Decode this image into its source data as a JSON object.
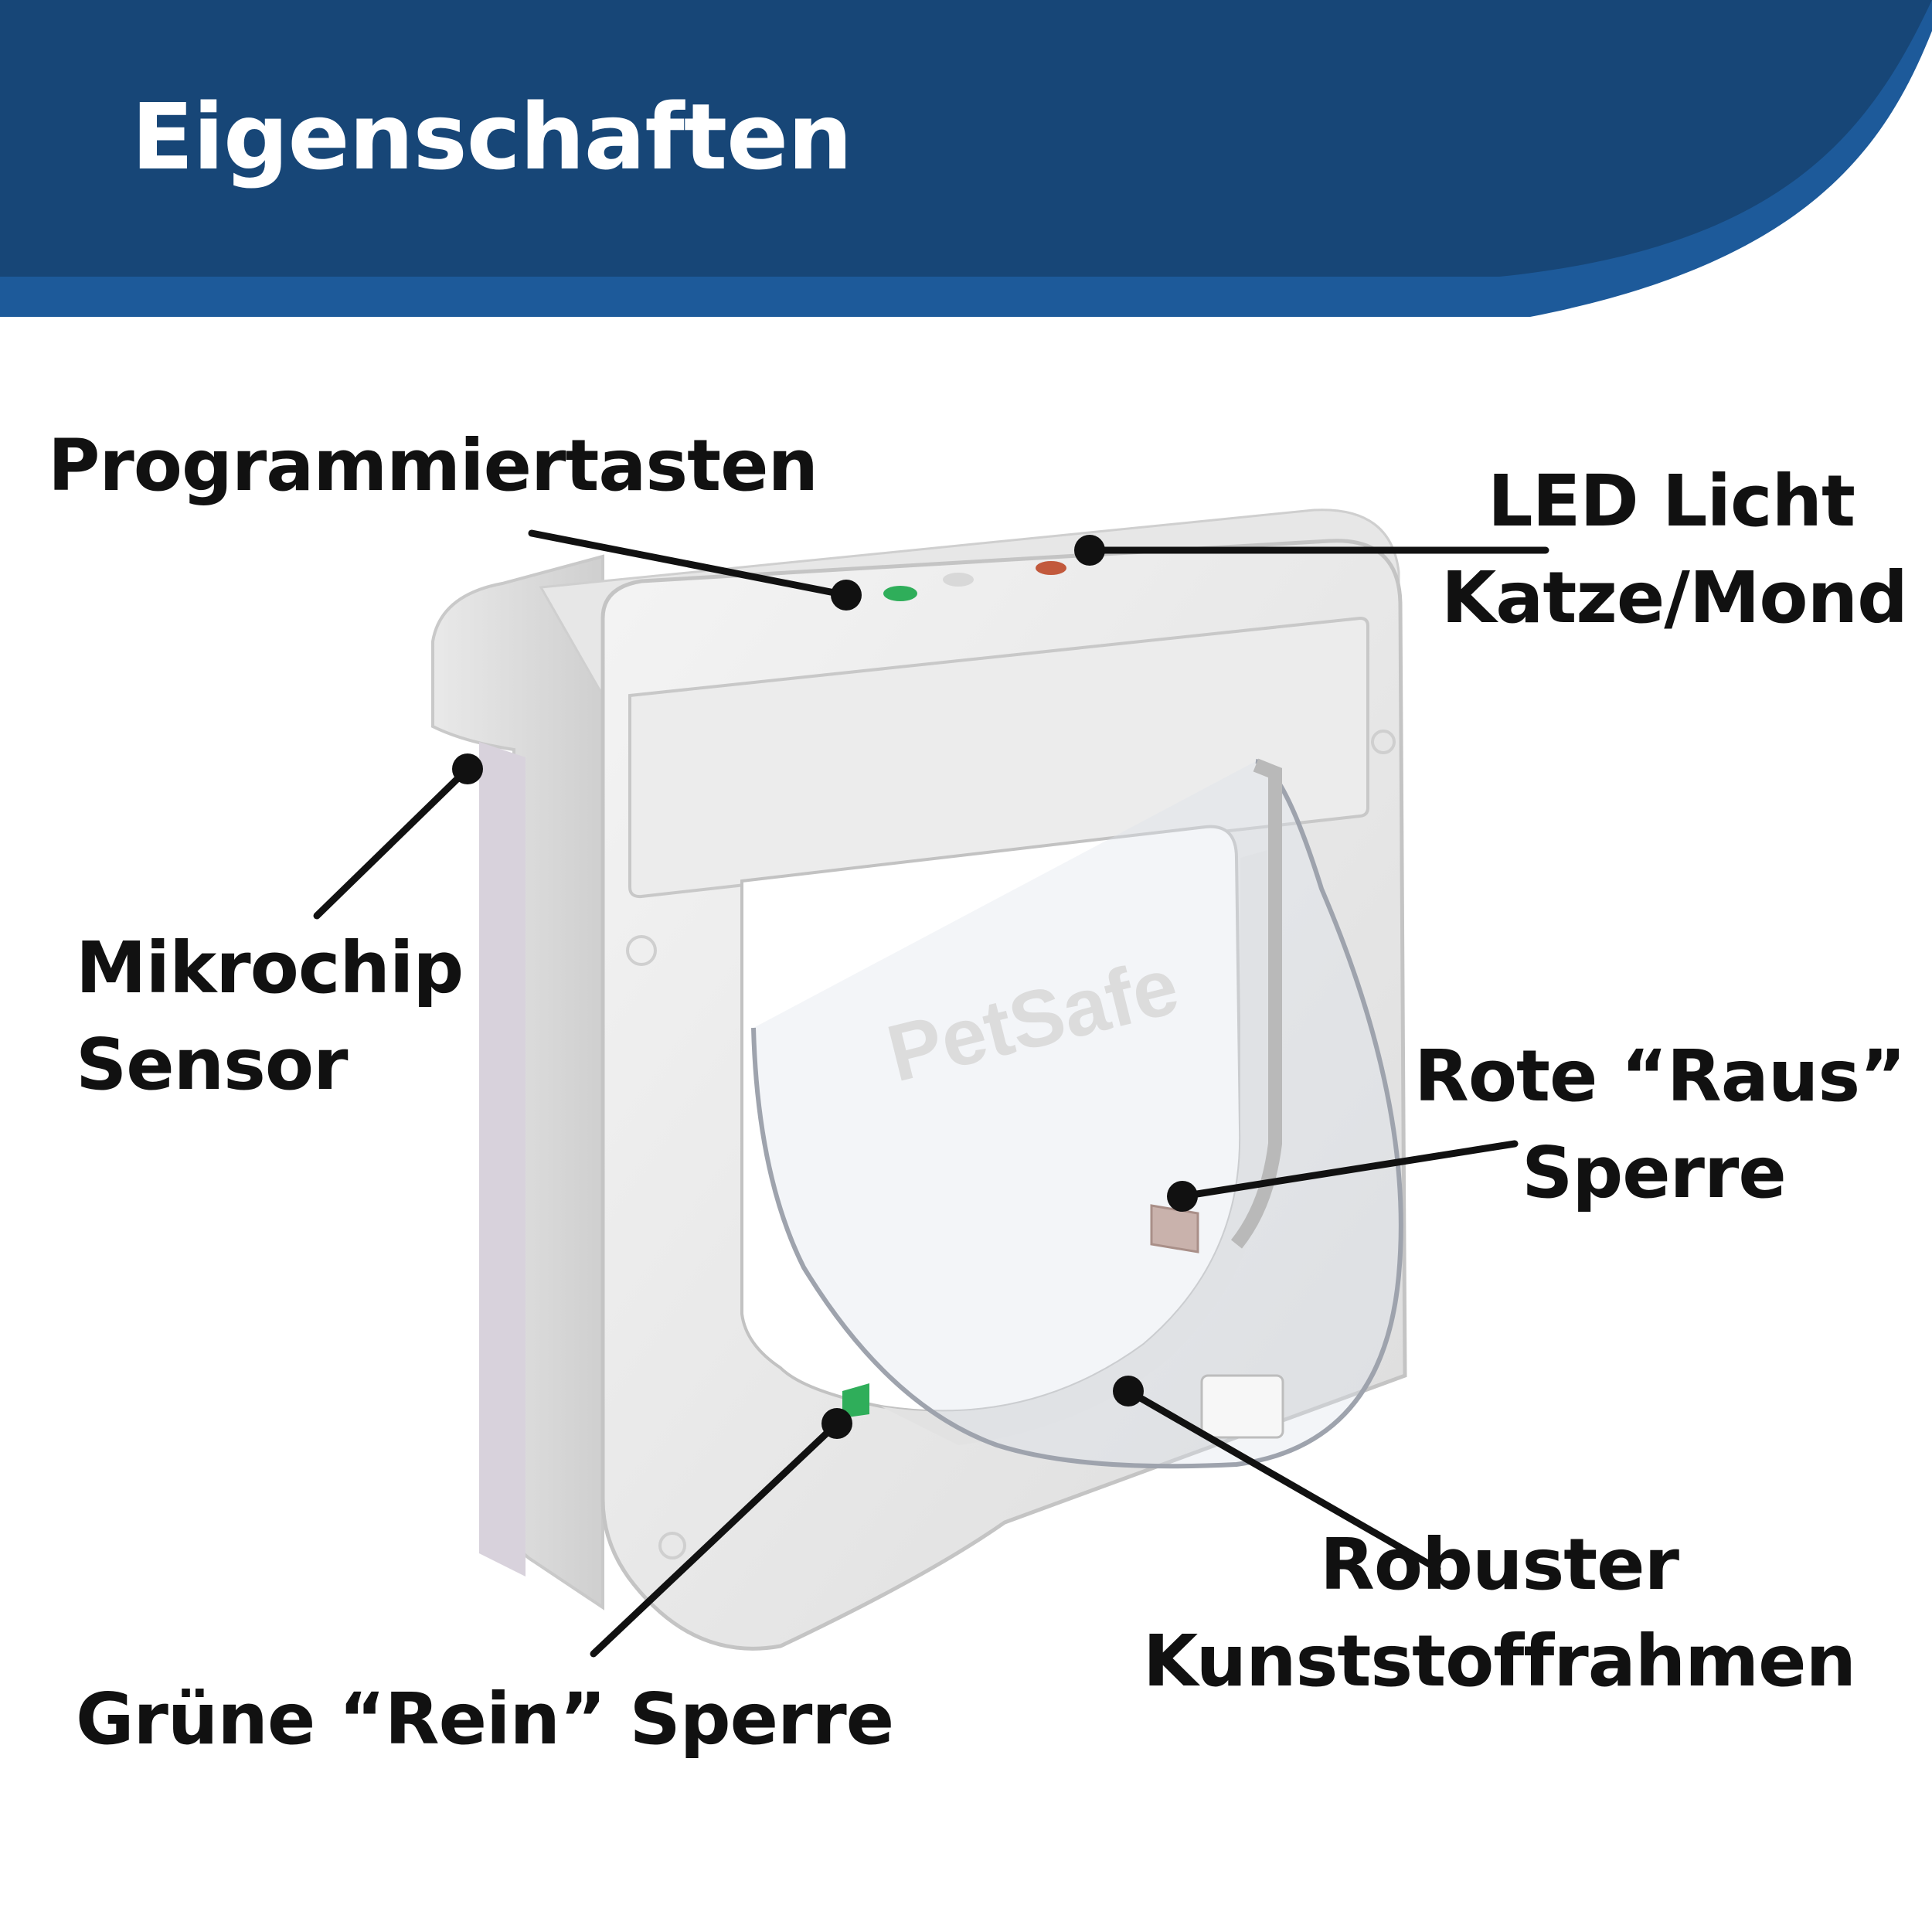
{
  "header": {
    "title": "Eigenschaften",
    "colors": {
      "navy": "#174677",
      "accent_blue": "#1d5a9a"
    }
  },
  "product": {
    "watermark": "PetSafe",
    "colors": {
      "green_indicator": "#2fae5a",
      "red_indicator": "#c2593c"
    }
  },
  "callouts": {
    "programming_buttons": {
      "lines": [
        "Programmiertasten"
      ]
    },
    "led_light": {
      "lines": [
        "LED Licht",
        "Katze/Mond"
      ]
    },
    "microchip_sensor": {
      "lines": [
        "Mikrochip",
        "Sensor"
      ]
    },
    "red_out_lock": {
      "lines": [
        "Rote “Raus”",
        "Sperre"
      ]
    },
    "green_in_lock": {
      "lines": [
        "Grüne “Rein” Sperre"
      ]
    },
    "robust_frame": {
      "lines": [
        "Robuster",
        "Kunststoffrahmen"
      ]
    }
  },
  "icons": {
    "pointer_dot": "callout-dot-icon"
  }
}
